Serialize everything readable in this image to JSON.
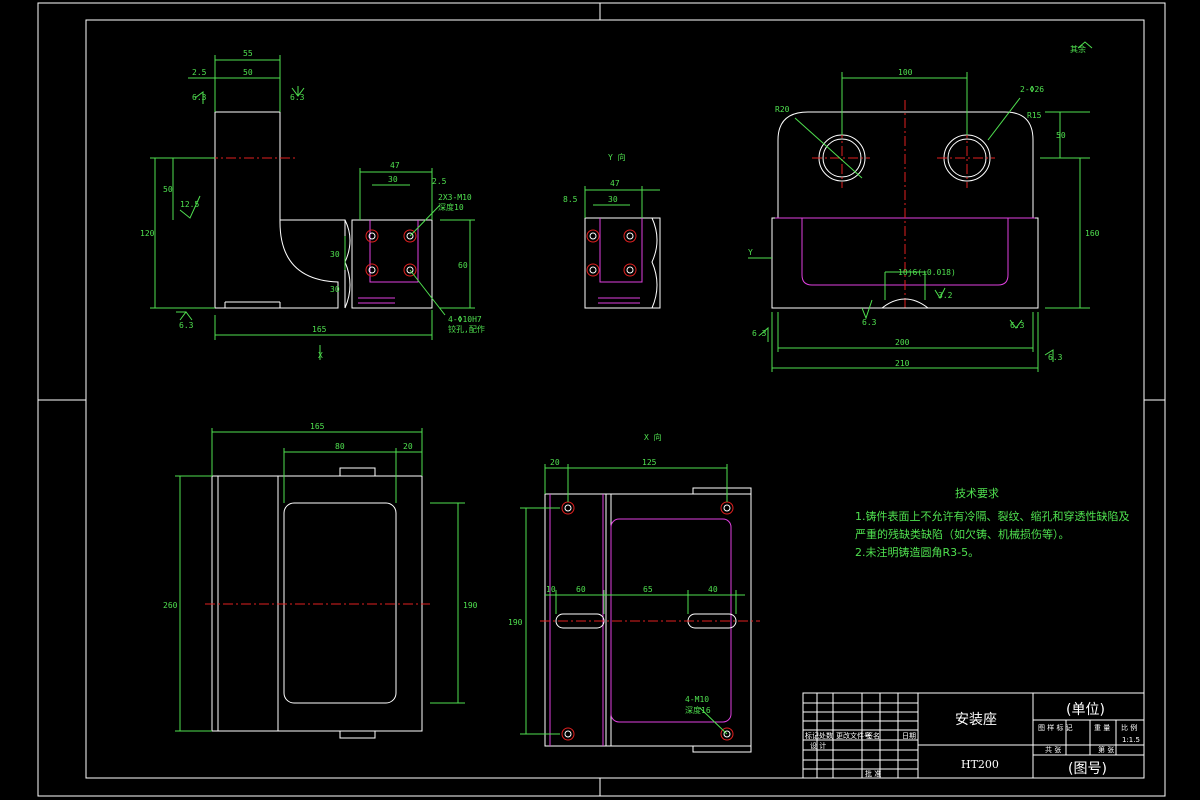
{
  "title_block": {
    "part_name": "安装座",
    "material": "HT200",
    "unit": "(单位)",
    "drawing_no": "(图号)",
    "scale": "1:1.5",
    "row_labels": [
      "标记",
      "处数",
      "更改文件号",
      "签名",
      "日期"
    ],
    "designer": "设 计",
    "approve": "批 准",
    "header_cells": [
      "图 样 标 记",
      "重 量",
      "比 例"
    ],
    "sheet": "共 张",
    "sheet_of": "第 张"
  },
  "notes": {
    "heading": "技术要求",
    "line1": "1.铸件表面上不允许有冷隔、裂纹、缩孔和穿透性缺陷及",
    "line2": "严重的残缺类缺陷（如欠铸、机械损伤等）。",
    "line3": "2.未注明铸造圆角R3-5。"
  },
  "view_labels": {
    "y_view": "Y 向",
    "x_view": "X 向",
    "arrow_y": "Y",
    "arrow_x": "X"
  },
  "roughness": {
    "other": "其余",
    "r63": "6.3",
    "r125": "12.5",
    "r32": "3.2"
  },
  "dims": {
    "front": {
      "d55": "55",
      "d50": "50",
      "d25": "2.5",
      "d120": "120",
      "d50v": "50",
      "d165": "165",
      "d47": "47",
      "d30": "30",
      "d25b": "2.5",
      "d30v": "30",
      "d30v2": "30",
      "d60": "60",
      "thread": "2X3-M10",
      "thread_depth": "深度10",
      "holes": "4-Φ10H7",
      "holes_note": "铰孔,配作"
    },
    "yview": {
      "d47": "47",
      "d30": "30",
      "d85": "8.5"
    },
    "side": {
      "d100": "100",
      "d2": "2-Φ26",
      "r20": "R20",
      "r15": "R15",
      "d50": "50",
      "d160": "160",
      "d200": "200",
      "d210": "210",
      "tol": "10j6(±0.018)"
    },
    "top": {
      "d165": "165",
      "d80": "80",
      "d20": "20",
      "d260": "260",
      "d190": "190"
    },
    "xview": {
      "d20": "20",
      "d125": "125",
      "d10": "10",
      "d60": "60",
      "d65": "65",
      "d40": "40",
      "d190": "190",
      "holes": "4-M10",
      "depth": "深度16"
    }
  }
}
